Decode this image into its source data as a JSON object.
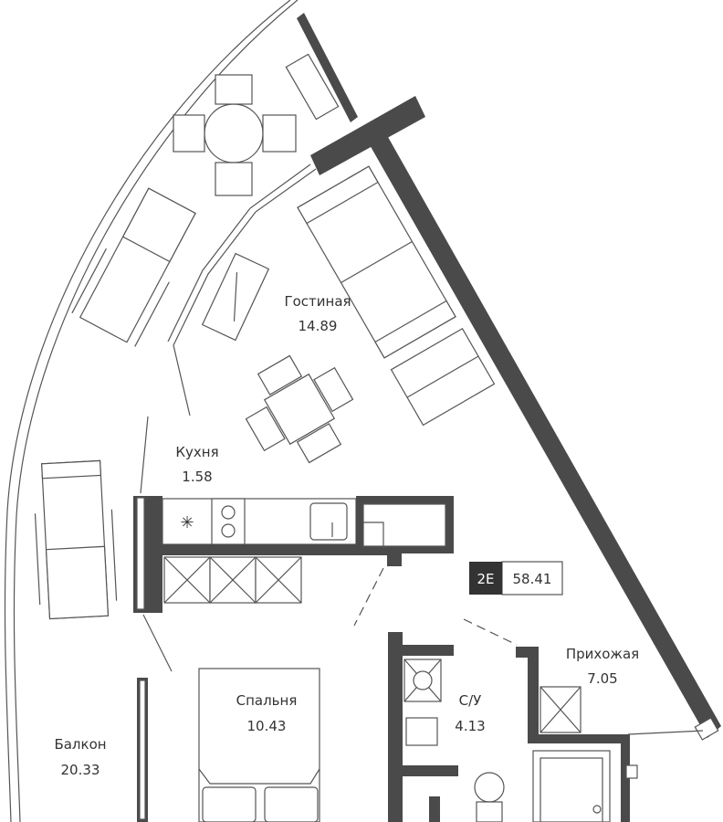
{
  "rooms": {
    "living": {
      "name": "Гостиная",
      "area": "14.89"
    },
    "kitchen": {
      "name": "Кухня",
      "area": "1.58"
    },
    "bedroom": {
      "name": "Спальня",
      "area": "10.43"
    },
    "balcony": {
      "name": "Балкон",
      "area": "20.33"
    },
    "bathroom": {
      "name": "С/У",
      "area": "4.13"
    },
    "hallway": {
      "name": "Прихожая",
      "area": "7.05"
    }
  },
  "badge": {
    "code": "2E",
    "total_area": "58.41"
  },
  "colors": {
    "wall": "#4a4a4a",
    "line": "#555555",
    "badge_dark": "#333333"
  }
}
